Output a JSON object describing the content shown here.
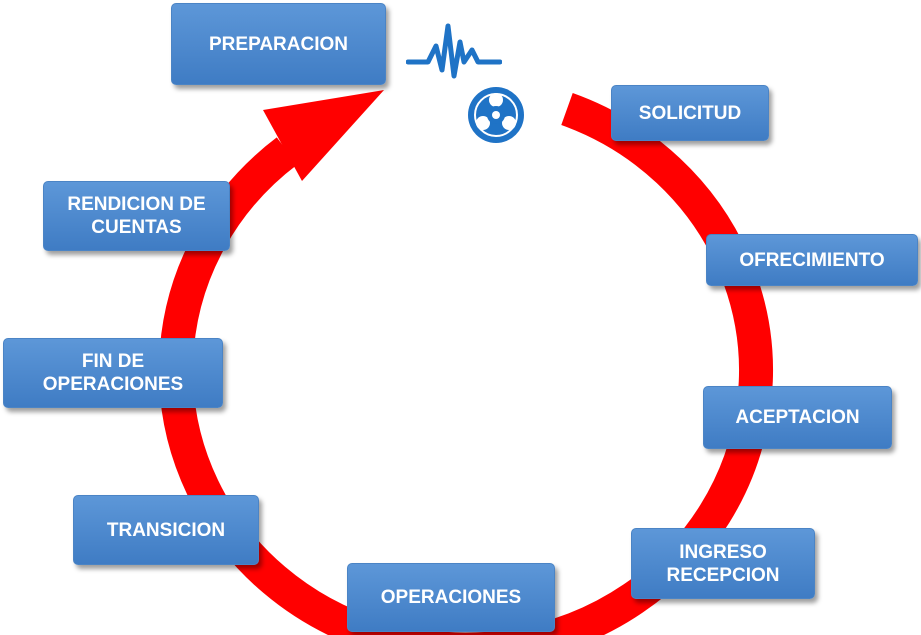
{
  "diagram": {
    "steps": [
      {
        "id": "preparacion",
        "label": "PREPARACION"
      },
      {
        "id": "solicitud",
        "label": "SOLICITUD"
      },
      {
        "id": "ofrecimiento",
        "label": "OFRECIMIENTO"
      },
      {
        "id": "aceptacion",
        "label": "ACEPTACION"
      },
      {
        "id": "ingreso-recepcion",
        "label": "INGRESO\nRECEPCION"
      },
      {
        "id": "operaciones",
        "label": "OPERACIONES"
      },
      {
        "id": "transicion",
        "label": "TRANSICION"
      },
      {
        "id": "fin-de-operaciones",
        "label": "FIN DE\nOPERACIONES"
      },
      {
        "id": "rendicion-de-cuentas",
        "label": "RENDICION DE\nCUENTAS"
      }
    ],
    "cycle_color": "#ff0000",
    "box_color": "#4a89d0",
    "icon_color": "#1f73c6",
    "icons": [
      "heartbeat-icon",
      "biohazard-icon"
    ]
  }
}
